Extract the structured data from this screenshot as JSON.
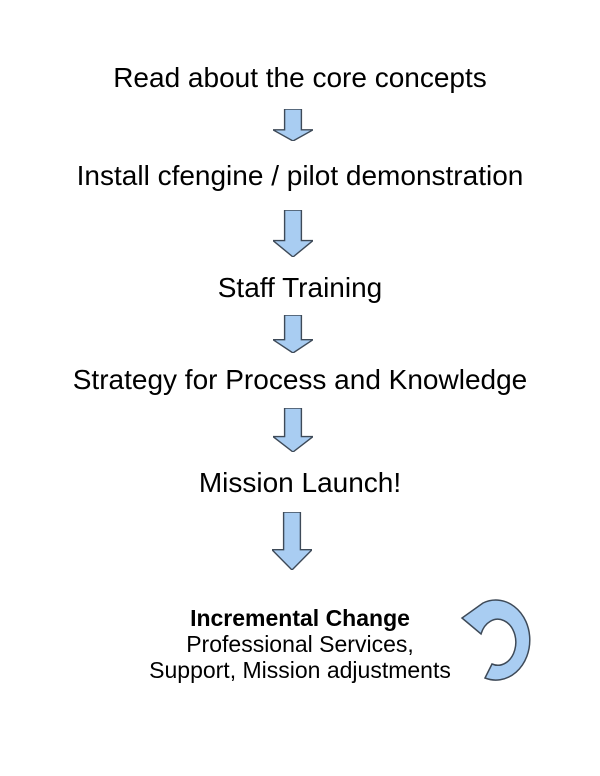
{
  "page": {
    "background_color": "#ffffff",
    "text_color": "#000000"
  },
  "flow": {
    "steps": [
      {
        "label": "Read about the core concepts"
      },
      {
        "label": "Install cfengine / pilot demonstration"
      },
      {
        "label": "Staff Training"
      },
      {
        "label": "Strategy for Process and Knowledge"
      },
      {
        "label": "Mission Launch!"
      }
    ],
    "final_step": {
      "title": "Incremental Change",
      "line2": "Professional Services,",
      "line3": "Support, Mission adjustments"
    },
    "colors": {
      "arrow_fill": "#a9cdf2",
      "arrow_stroke": "#3e4a58"
    }
  }
}
